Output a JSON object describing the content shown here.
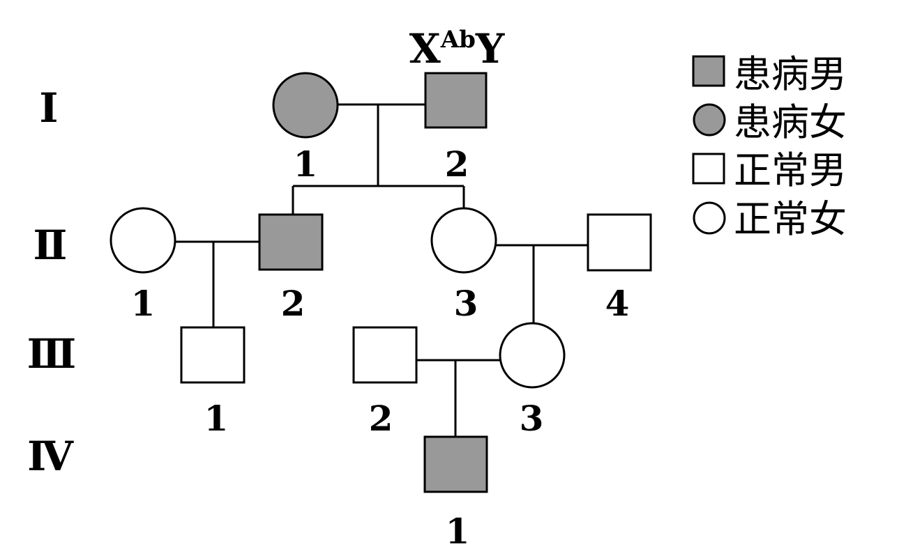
{
  "colors": {
    "affected": "#999999",
    "normal": "#ffffff",
    "line": "#000000"
  },
  "generations": [
    "Ⅰ",
    "Ⅱ",
    "Ⅲ",
    "Ⅳ"
  ],
  "genotype": {
    "base_x": "X",
    "superscript": "Ab",
    "base_y": "Y"
  },
  "individuals": {
    "I1": {
      "number": "1",
      "sex": "female",
      "affected": true
    },
    "I2": {
      "number": "2",
      "sex": "male",
      "affected": true
    },
    "II1": {
      "number": "1",
      "sex": "female",
      "affected": false
    },
    "II2": {
      "number": "2",
      "sex": "male",
      "affected": true
    },
    "II3": {
      "number": "3",
      "sex": "female",
      "affected": false
    },
    "II4": {
      "number": "4",
      "sex": "male",
      "affected": false
    },
    "III1": {
      "number": "1",
      "sex": "male",
      "affected": false
    },
    "III2": {
      "number": "2",
      "sex": "male",
      "affected": false
    },
    "III3": {
      "number": "3",
      "sex": "female",
      "affected": false
    },
    "IV1": {
      "number": "1",
      "sex": "male",
      "affected": true
    }
  },
  "legend": [
    {
      "label": "患病男",
      "shape": "square",
      "affected": true
    },
    {
      "label": "患病女",
      "shape": "circle",
      "affected": true
    },
    {
      "label": "正常男",
      "shape": "square",
      "affected": false
    },
    {
      "label": "正常女",
      "shape": "circle",
      "affected": false
    }
  ]
}
